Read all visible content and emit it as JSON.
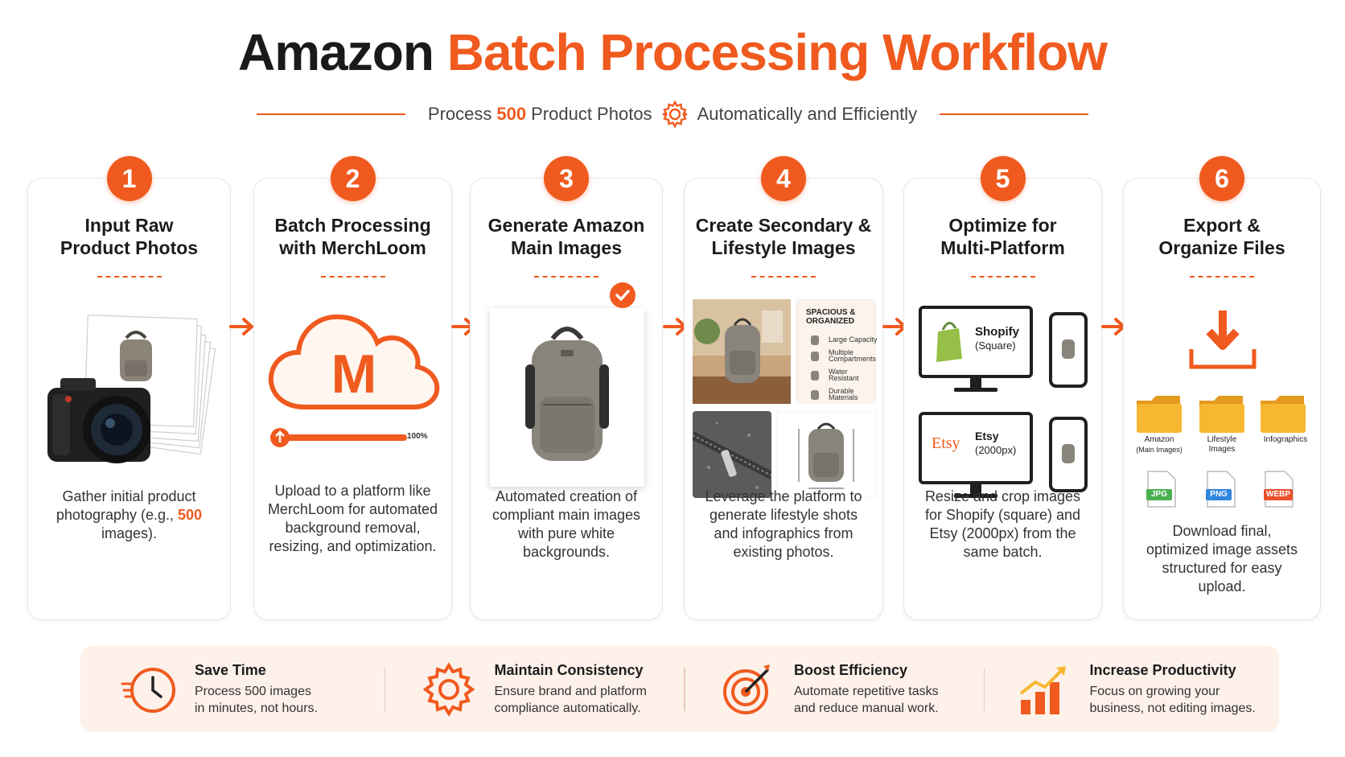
{
  "header": {
    "title_main": "Amazon",
    "title_accent": "Batch Processing Workflow",
    "subtitle_pre": "Process",
    "subtitle_num": "500",
    "subtitle_mid": "Product Photos",
    "subtitle_post": "Automatically and Efficiently"
  },
  "steps": [
    {
      "number": "1",
      "title_line1": "Input Raw",
      "title_line2": "Product Photos",
      "desc_pre": "Gather initial product photography (e.g.,",
      "desc_num": "500",
      "desc_post": "images)."
    },
    {
      "number": "2",
      "title_line1": "Batch Processing",
      "title_line2": "with MerchLoom",
      "desc": "Upload to a platform like MerchLoom for automated background removal, resizing, and optimization.",
      "progress_label": "100%",
      "progress": 1.0,
      "logo_letter": "M"
    },
    {
      "number": "3",
      "title_line1": "Generate Amazon",
      "title_line2": "Main Images",
      "desc": "Automated creation of compliant main images with pure white backgrounds."
    },
    {
      "number": "4",
      "title_line1": "Create Secondary &",
      "title_line2": "Lifestyle Images",
      "desc": "Leverage the platform to generate lifestyle shots and infographics from existing photos.",
      "infographic": {
        "heading_line1": "SPACIOUS &",
        "heading_line2": "ORGANIZED",
        "features": [
          [
            "Large Capacity"
          ],
          [
            "Multiple",
            "Compartments"
          ],
          [
            "Water",
            "Resistant"
          ],
          [
            "Durable",
            "Materials"
          ]
        ]
      }
    },
    {
      "number": "5",
      "title_line1": "Optimize for",
      "title_line2": "Multi-Platform",
      "desc": "Resize and crop images for Shopify (square) and Etsy (2000px) from the same batch.",
      "shopify_name": "Shopify",
      "shopify_size": "(Square)",
      "etsy_logo": "Etsy",
      "etsy_name": "Etsy",
      "etsy_size": "(2000px)"
    },
    {
      "number": "6",
      "title_line1": "Export &",
      "title_line2": "Organize Files",
      "desc": "Download final, optimized image assets structured for easy upload.",
      "folders": [
        {
          "line1": "Amazon",
          "line2": "(Main Images)"
        },
        {
          "line1": "Lifestyle",
          "line2": "Images"
        },
        {
          "line1": "Infographics",
          "line2": ""
        }
      ],
      "files": [
        "JPG",
        "PNG",
        "WEBP"
      ]
    }
  ],
  "benefits": [
    {
      "icon": "clock-icon",
      "title": "Save Time",
      "line1": "Process 500 images",
      "line2": "in minutes, not hours."
    },
    {
      "icon": "gear-icon",
      "title": "Maintain Consistency",
      "line1": "Ensure brand and platform",
      "line2": "compliance automatically."
    },
    {
      "icon": "target-icon",
      "title": "Boost Efficiency",
      "line1": "Automate repetitive tasks",
      "line2": "and reduce manual work."
    },
    {
      "icon": "growth-chart-icon",
      "title": "Increase Productivity",
      "line1": "Focus on growing your",
      "line2": "business, not editing images."
    }
  ],
  "colors": {
    "accent": "#f05a1e",
    "folder": "#f7b731",
    "jpg": "#4caf50",
    "png": "#2e86de",
    "webp": "#e8502a"
  }
}
